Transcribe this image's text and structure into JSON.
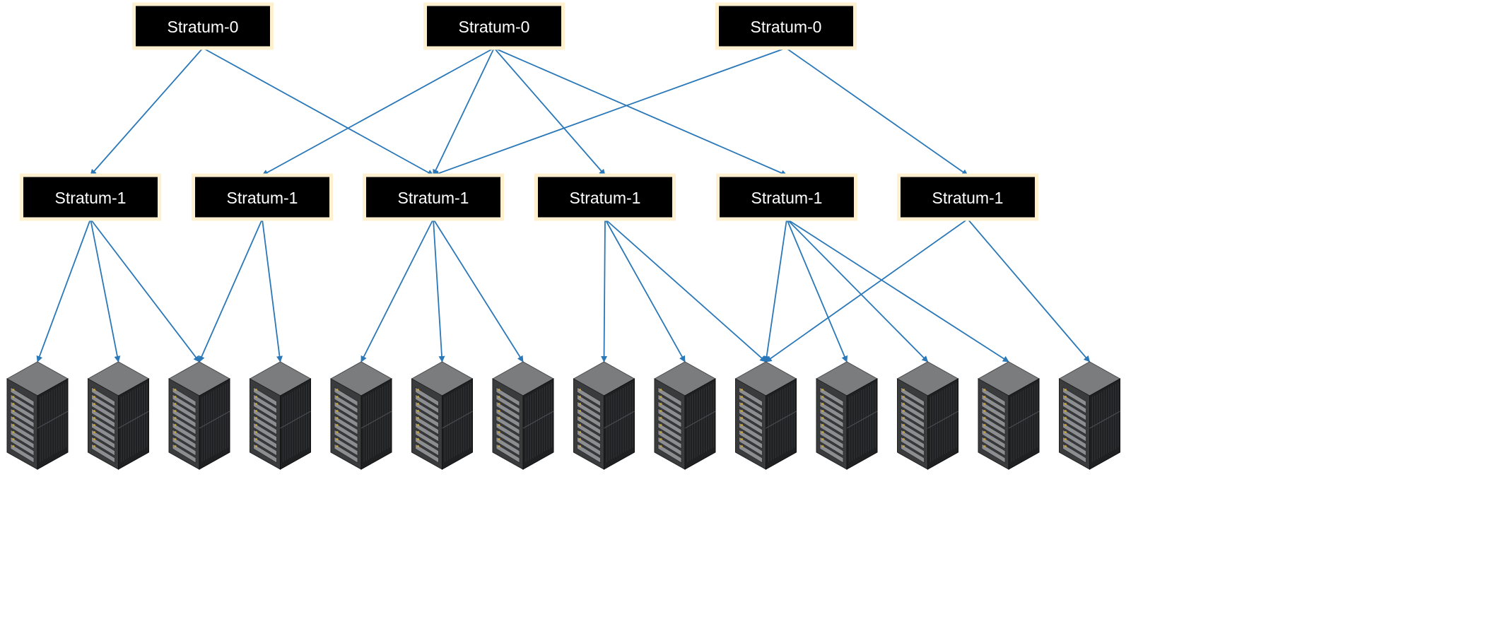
{
  "diagram": {
    "colors": {
      "edge": "#2a78b8",
      "node_fill": "#000000",
      "node_border": "#fff0cf",
      "label_text": "#ffffff",
      "server_top": "#7b7c7e",
      "server_front": "#3a3b3d",
      "server_side": "#1f2022",
      "server_bay": "#8c8d90",
      "server_led": "#c9a43a"
    },
    "stratum0": [
      {
        "id": "s0-1",
        "label": "Stratum-0"
      },
      {
        "id": "s0-2",
        "label": "Stratum-0"
      },
      {
        "id": "s0-3",
        "label": "Stratum-0"
      }
    ],
    "stratum1": [
      {
        "id": "s1-1",
        "label": "Stratum-1"
      },
      {
        "id": "s1-2",
        "label": "Stratum-1"
      },
      {
        "id": "s1-3",
        "label": "Stratum-1"
      },
      {
        "id": "s1-4",
        "label": "Stratum-1"
      },
      {
        "id": "s1-5",
        "label": "Stratum-1"
      },
      {
        "id": "s1-6",
        "label": "Stratum-1"
      }
    ],
    "servers": [
      {
        "id": "srv-1",
        "icon": "server-rack-icon"
      },
      {
        "id": "srv-2",
        "icon": "server-rack-icon"
      },
      {
        "id": "srv-3",
        "icon": "server-rack-icon"
      },
      {
        "id": "srv-4",
        "icon": "server-rack-icon"
      },
      {
        "id": "srv-5",
        "icon": "server-rack-icon"
      },
      {
        "id": "srv-6",
        "icon": "server-rack-icon"
      },
      {
        "id": "srv-7",
        "icon": "server-rack-icon"
      },
      {
        "id": "srv-8",
        "icon": "server-rack-icon"
      },
      {
        "id": "srv-9",
        "icon": "server-rack-icon"
      },
      {
        "id": "srv-10",
        "icon": "server-rack-icon"
      },
      {
        "id": "srv-11",
        "icon": "server-rack-icon"
      },
      {
        "id": "srv-12",
        "icon": "server-rack-icon"
      },
      {
        "id": "srv-13",
        "icon": "server-rack-icon"
      },
      {
        "id": "srv-14",
        "icon": "server-rack-icon"
      }
    ],
    "edges": [
      {
        "from": "s0-1",
        "to": "s1-1"
      },
      {
        "from": "s0-1",
        "to": "s1-3"
      },
      {
        "from": "s0-2",
        "to": "s1-2"
      },
      {
        "from": "s0-2",
        "to": "s1-3"
      },
      {
        "from": "s0-2",
        "to": "s1-4"
      },
      {
        "from": "s0-2",
        "to": "s1-5"
      },
      {
        "from": "s0-3",
        "to": "s1-3"
      },
      {
        "from": "s0-3",
        "to": "s1-6"
      },
      {
        "from": "s1-1",
        "to": "srv-1"
      },
      {
        "from": "s1-1",
        "to": "srv-2"
      },
      {
        "from": "s1-1",
        "to": "srv-3"
      },
      {
        "from": "s1-2",
        "to": "srv-3"
      },
      {
        "from": "s1-2",
        "to": "srv-4"
      },
      {
        "from": "s1-3",
        "to": "srv-5"
      },
      {
        "from": "s1-3",
        "to": "srv-6"
      },
      {
        "from": "s1-3",
        "to": "srv-7"
      },
      {
        "from": "s1-4",
        "to": "srv-8"
      },
      {
        "from": "s1-4",
        "to": "srv-9"
      },
      {
        "from": "s1-4",
        "to": "srv-10"
      },
      {
        "from": "s1-5",
        "to": "srv-10"
      },
      {
        "from": "s1-5",
        "to": "srv-11"
      },
      {
        "from": "s1-5",
        "to": "srv-12"
      },
      {
        "from": "s1-5",
        "to": "srv-13"
      },
      {
        "from": "s1-6",
        "to": "srv-10"
      },
      {
        "from": "s1-6",
        "to": "srv-14"
      }
    ]
  }
}
